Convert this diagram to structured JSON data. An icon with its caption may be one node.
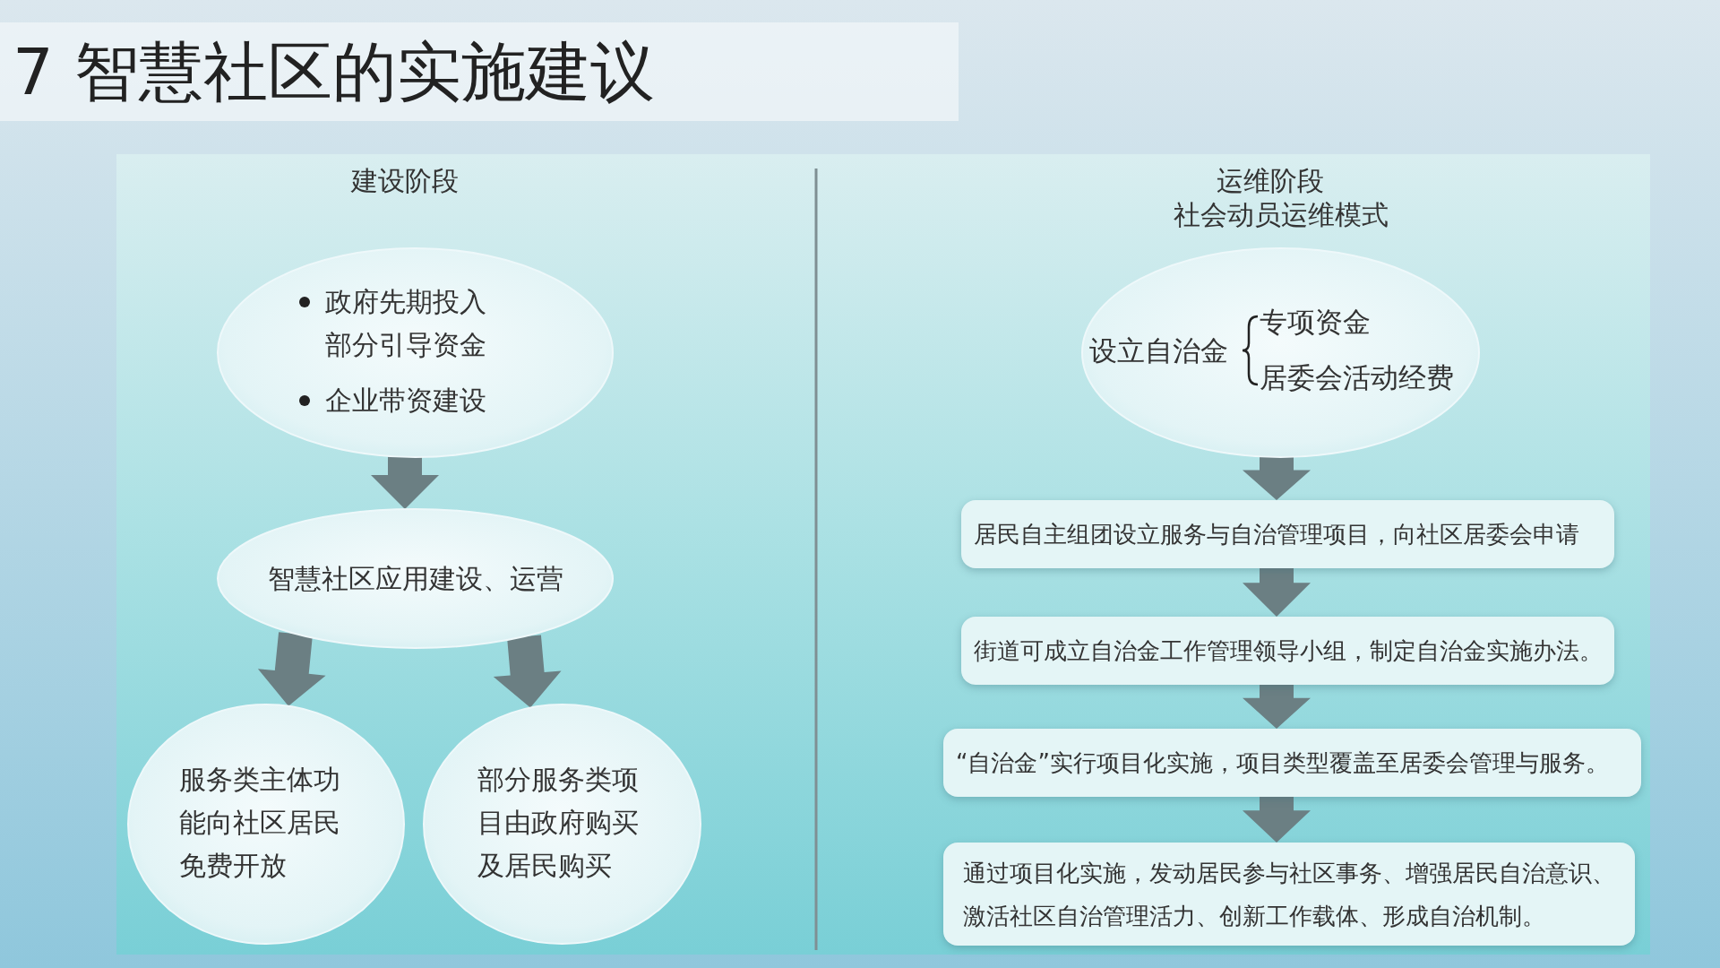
{
  "diagram": {
    "title": "7 智慧社区的实施建议",
    "nodes": [
      {
        "text": [
          "政府先期投入部分引导资金",
          "企业带资建设"
        ]
      },
      {
        "text": [
          "智慧社区应用建设、运营"
        ]
      },
      {
        "text": [
          "服务类主体功能向社区居民免费开放"
        ]
      },
      {
        "text": [
          "部分服务类项目由政府购买及居民购买"
        ]
      },
      {
        "text": [
          "设立自治金",
          "专项资金",
          "居委会活动经费"
        ]
      },
      {
        "text": [
          "居民自主组团设立服务与自治管理项目，向社区居委会申请"
        ]
      },
      {
        "text": [
          "街道可成立自治金工作管理领导小组，制定自治金实施办法。"
        ]
      },
      {
        "text": [
          "“自治金”实行项目化实施，项目类型覆盖至居委会管理与服务。"
        ]
      },
      {
        "text": [
          "通过项目化实施，发动居民参与社区事务、增强居民自治意识、激活社区自治管理活力、创新工作载体、形成自治机制。"
        ]
      }
    ],
    "edges": [
      {
        "from": 0,
        "to": 1,
        "arrow": "to"
      },
      {
        "from": 1,
        "to": 2,
        "arrow": "to"
      },
      {
        "from": 1,
        "to": 3,
        "arrow": "to"
      },
      {
        "from": 4,
        "to": 5,
        "arrow": "to"
      },
      {
        "from": 5,
        "to": 6,
        "arrow": "to"
      },
      {
        "from": 6,
        "to": 7,
        "arrow": "to"
      },
      {
        "from": 7,
        "to": 8,
        "arrow": "to"
      }
    ],
    "labels": [
      "建设阶段",
      "运维阶段",
      "社会动员运维模式"
    ]
  }
}
